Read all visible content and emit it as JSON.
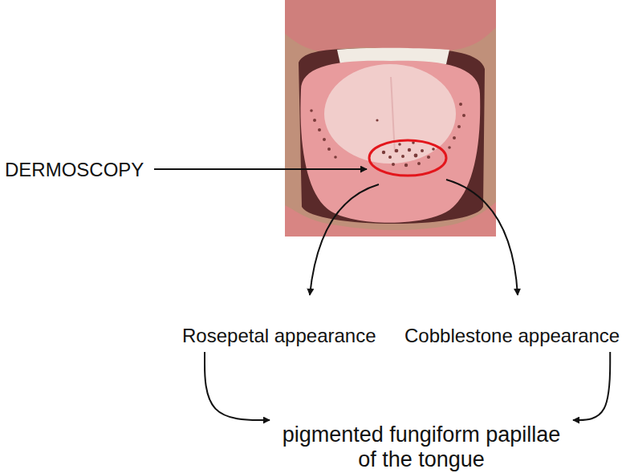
{
  "diagram": {
    "nodes": [
      {
        "text": [
          "Rosepetal appearance"
        ]
      },
      {
        "text": [
          "Cobblestone appearance"
        ]
      },
      {
        "text": [
          "pigmented fungiform papillae of the tongue"
        ]
      }
    ],
    "edges": [
      {
        "from": 0,
        "to": 2,
        "arrow": "to"
      },
      {
        "from": 1,
        "to": 2,
        "arrow": "to"
      }
    ],
    "labels": [
      "DERMOSCOPY"
    ]
  }
}
